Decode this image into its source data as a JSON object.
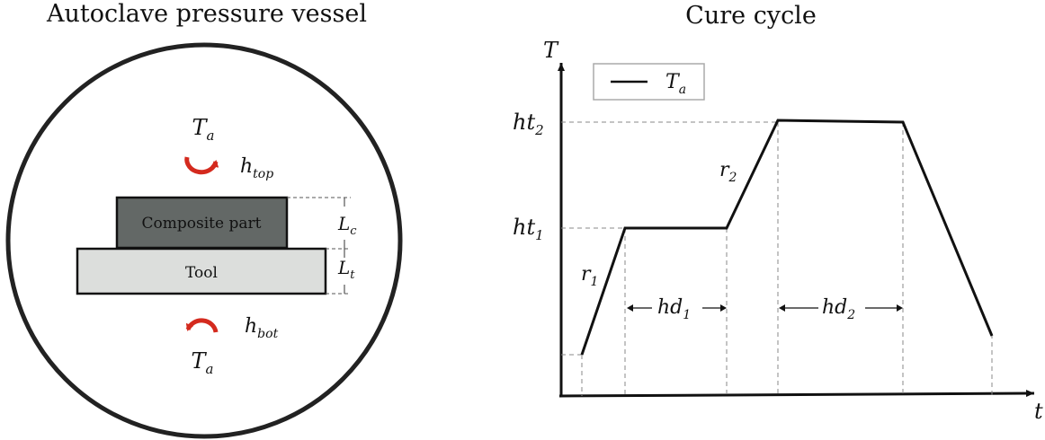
{
  "left_panel": {
    "title": "Autoclave pressure vessel",
    "ambient_top": {
      "base": "T",
      "sub": "a"
    },
    "ambient_bottom": {
      "base": "T",
      "sub": "a"
    },
    "h_top": {
      "base": "h",
      "sub": "top"
    },
    "h_bot": {
      "base": "h",
      "sub": "bot"
    },
    "composite_label": "Composite part",
    "tool_label": "Tool",
    "thickness_composite": {
      "base": "L",
      "sub": "c"
    },
    "thickness_tool": {
      "base": "L",
      "sub": "t"
    },
    "colors": {
      "composite_fill": "#636866",
      "tool_fill": "#dcdedc",
      "arrow": "#d42a1e",
      "vessel_outline": "#222222"
    },
    "icons": [
      "rotate-cw-arrow-icon",
      "rotate-ccw-arrow-icon"
    ]
  },
  "right_panel": {
    "title": "Cure cycle",
    "y_axis_label": "T",
    "x_axis_label": "t",
    "legend": {
      "base": "T",
      "sub": "a"
    },
    "y_levels": [
      {
        "base": "ht",
        "sub": "2"
      },
      {
        "base": "ht",
        "sub": "1"
      }
    ],
    "ramp_labels": [
      {
        "base": "r",
        "sub": "1"
      },
      {
        "base": "r",
        "sub": "2"
      }
    ],
    "hold_labels": [
      {
        "base": "hd",
        "sub": "1"
      },
      {
        "base": "hd",
        "sub": "2"
      }
    ]
  }
}
